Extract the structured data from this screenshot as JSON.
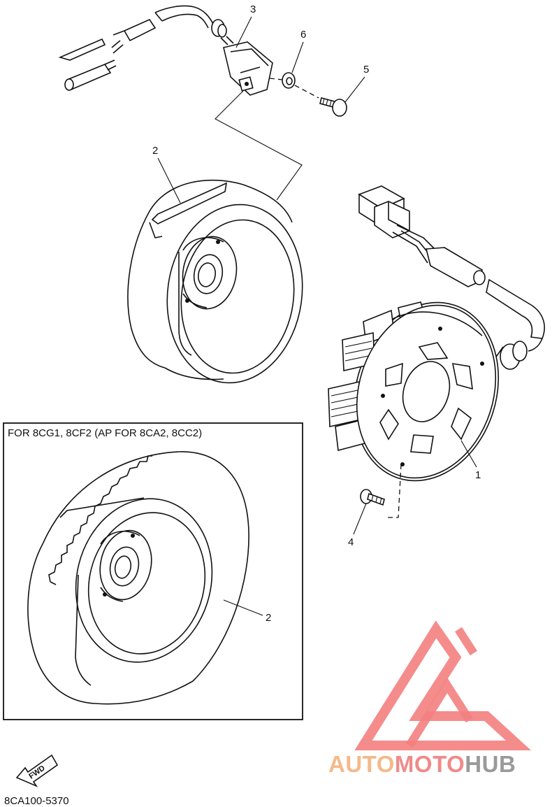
{
  "callouts": {
    "c1": "1",
    "c2a": "2",
    "c2b": "2",
    "c3": "3",
    "c4": "4",
    "c5": "5",
    "c6": "6"
  },
  "inset": {
    "label": "FOR 8CG1, 8CF2 (AP FOR 8CA2, 8CC2)"
  },
  "direction_tag": "FWD",
  "diagram_code": "8CA100-5370",
  "watermark": {
    "part1": "AUTO",
    "part2": "MOTO",
    "part3": "HUB",
    "color1": "#f5b98a",
    "color2": "#f08a8a",
    "color3": "#9a9a9a",
    "logo_color": "#f47f7f"
  }
}
